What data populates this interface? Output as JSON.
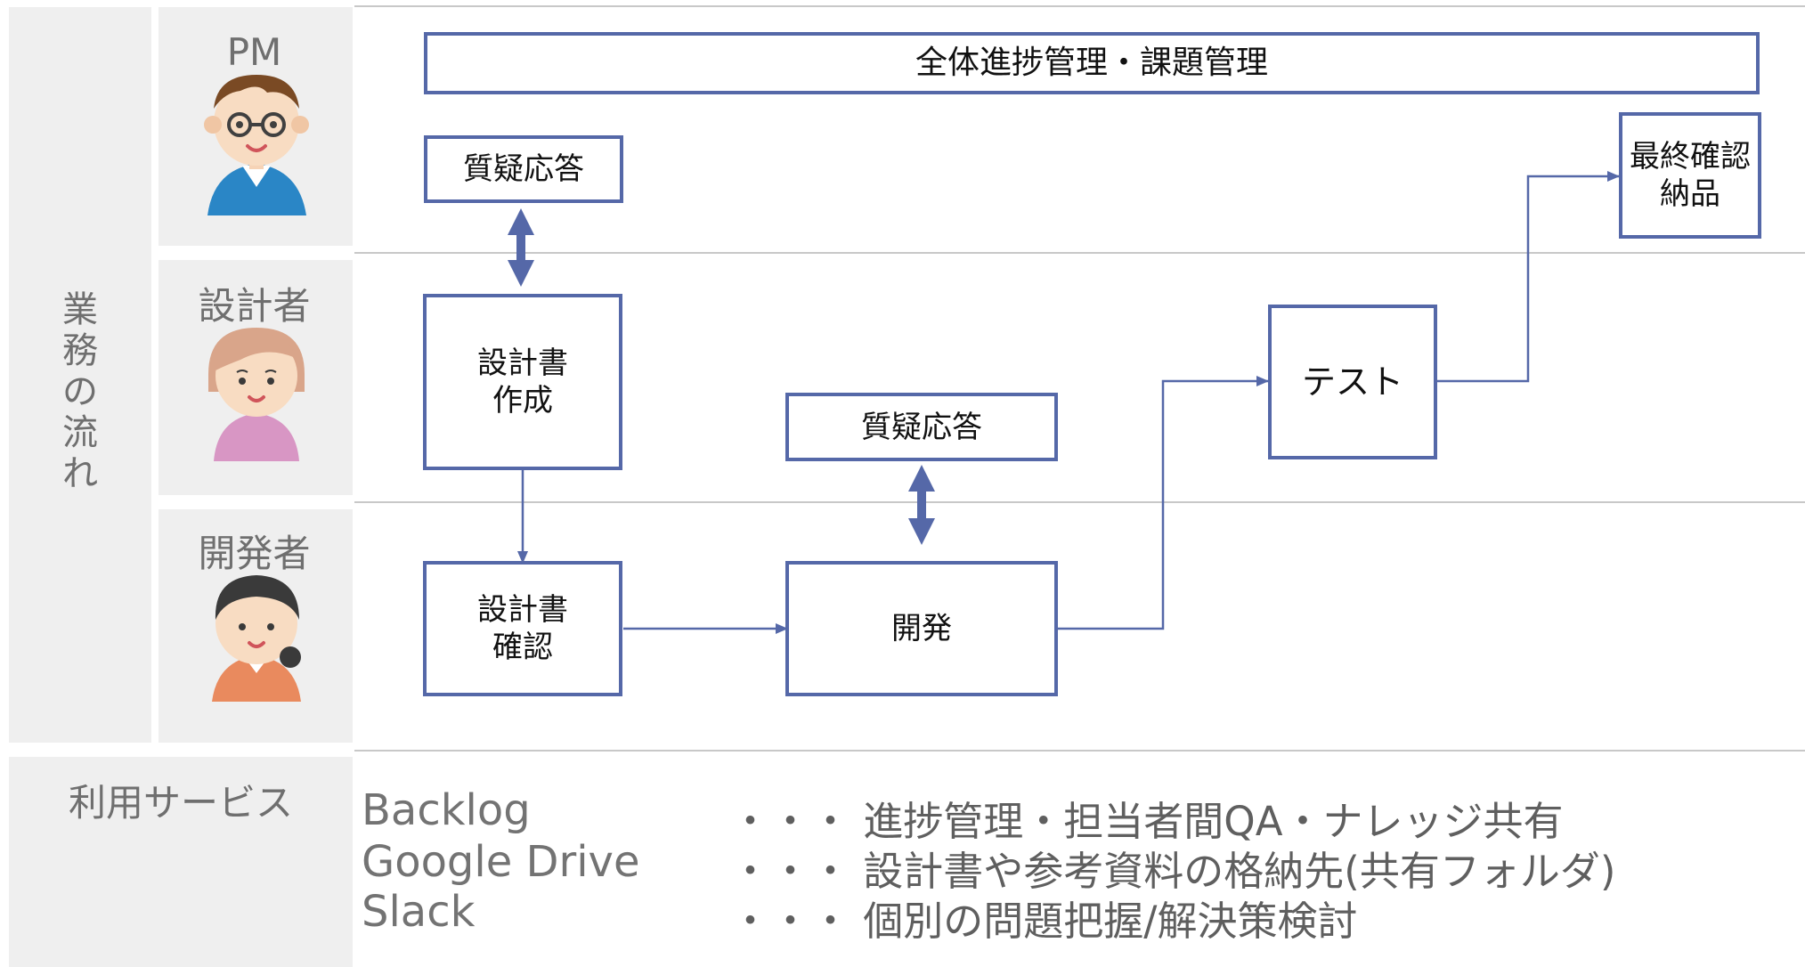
{
  "section_label": [
    "業",
    "務",
    "の",
    "流",
    "れ"
  ],
  "roles": [
    {
      "name": "PM",
      "avatar": "pm-avatar"
    },
    {
      "name": "設計者",
      "avatar": "designer-avatar"
    },
    {
      "name": "開発者",
      "avatar": "developer-avatar"
    }
  ],
  "boxes": {
    "overall": "全体進捗管理・課題管理",
    "qa_pm": "質疑応答",
    "final": "最終確認\n納品",
    "design_doc_create": "設計書\n作成",
    "qa_designer": "質疑応答",
    "test": "テスト",
    "design_doc_review": "設計書\n確認",
    "dev": "開発"
  },
  "services_label": "利用サービス",
  "services": [
    {
      "name": "Backlog",
      "desc": "・・・ 進捗管理・担当者間QA・ナレッジ共有"
    },
    {
      "name": "Google Drive",
      "desc": "・・・ 設計書や参考資料の格納先(共有フォルダ)"
    },
    {
      "name": "Slack",
      "desc": "・・・ 個別の問題把握/解決策検討"
    }
  ],
  "colors": {
    "box_border": "#5568a8",
    "arrow": "#5568a8",
    "panel_bg": "#efefef"
  }
}
